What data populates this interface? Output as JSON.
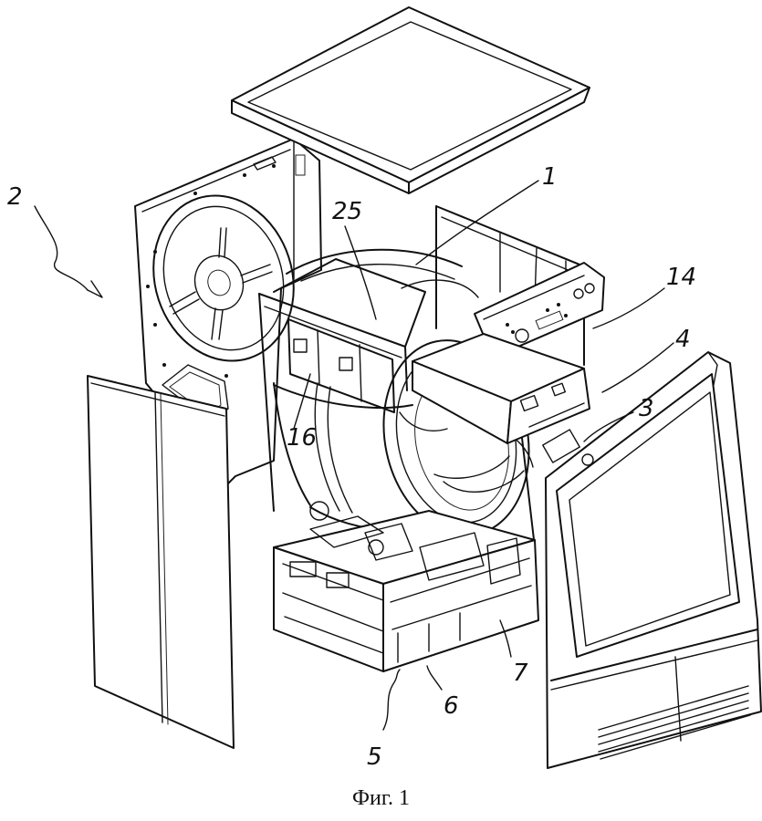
{
  "figure": {
    "caption": "Фиг. 1",
    "labels": {
      "l1": "1",
      "l2": "2",
      "l3": "3",
      "l4": "4",
      "l5": "5",
      "l6": "6",
      "l7": "7",
      "l14": "14",
      "l16": "16",
      "l25": "25"
    }
  }
}
